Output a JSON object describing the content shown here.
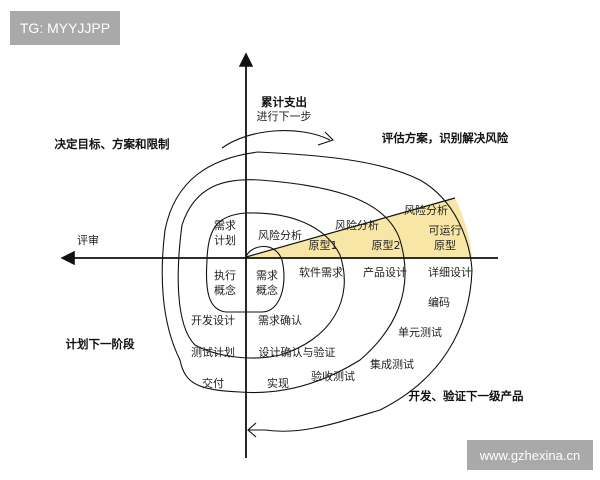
{
  "watermark_top": "TG: MYYJJPP",
  "watermark_bottom": "www.gzhexina.cn",
  "colors": {
    "prototype_fill": "#f8e6a6",
    "line": "#111111",
    "badge": "#a9a9a9"
  },
  "axis": {
    "top_1": "累计支出",
    "top_2": "进行下一步",
    "left": "评审"
  },
  "quadrants": {
    "top_left": "决定目标、方案和限制",
    "top_right": "评估方案，识别解决风险",
    "bottom_left": "计划下一阶段",
    "bottom_right": "开发、验证下一级产品"
  },
  "labels": {
    "risk1": "风险分析",
    "risk2": "风险分析",
    "risk3": "风险分析",
    "req_plan_1": "需求",
    "req_plan_2": "计划",
    "proto1": "原型1",
    "proto2": "原型2",
    "proto3_1": "可运行",
    "proto3_2": "原型",
    "exec_1": "执行",
    "exec_2": "概念",
    "reqc_1": "需求",
    "reqc_2": "概念",
    "sw_req": "软件需求",
    "prod_design": "产品设计",
    "detail_design": "详细设计",
    "coding": "编码",
    "dev_design": "开发设计",
    "req_confirm": "需求确认",
    "unit_test": "单元测试",
    "test_plan": "测试计划",
    "design_verify": "设计确认与验证",
    "integ_test": "集成测试",
    "delivery": "交付",
    "impl": "实现",
    "accept_test": "验收测试"
  }
}
